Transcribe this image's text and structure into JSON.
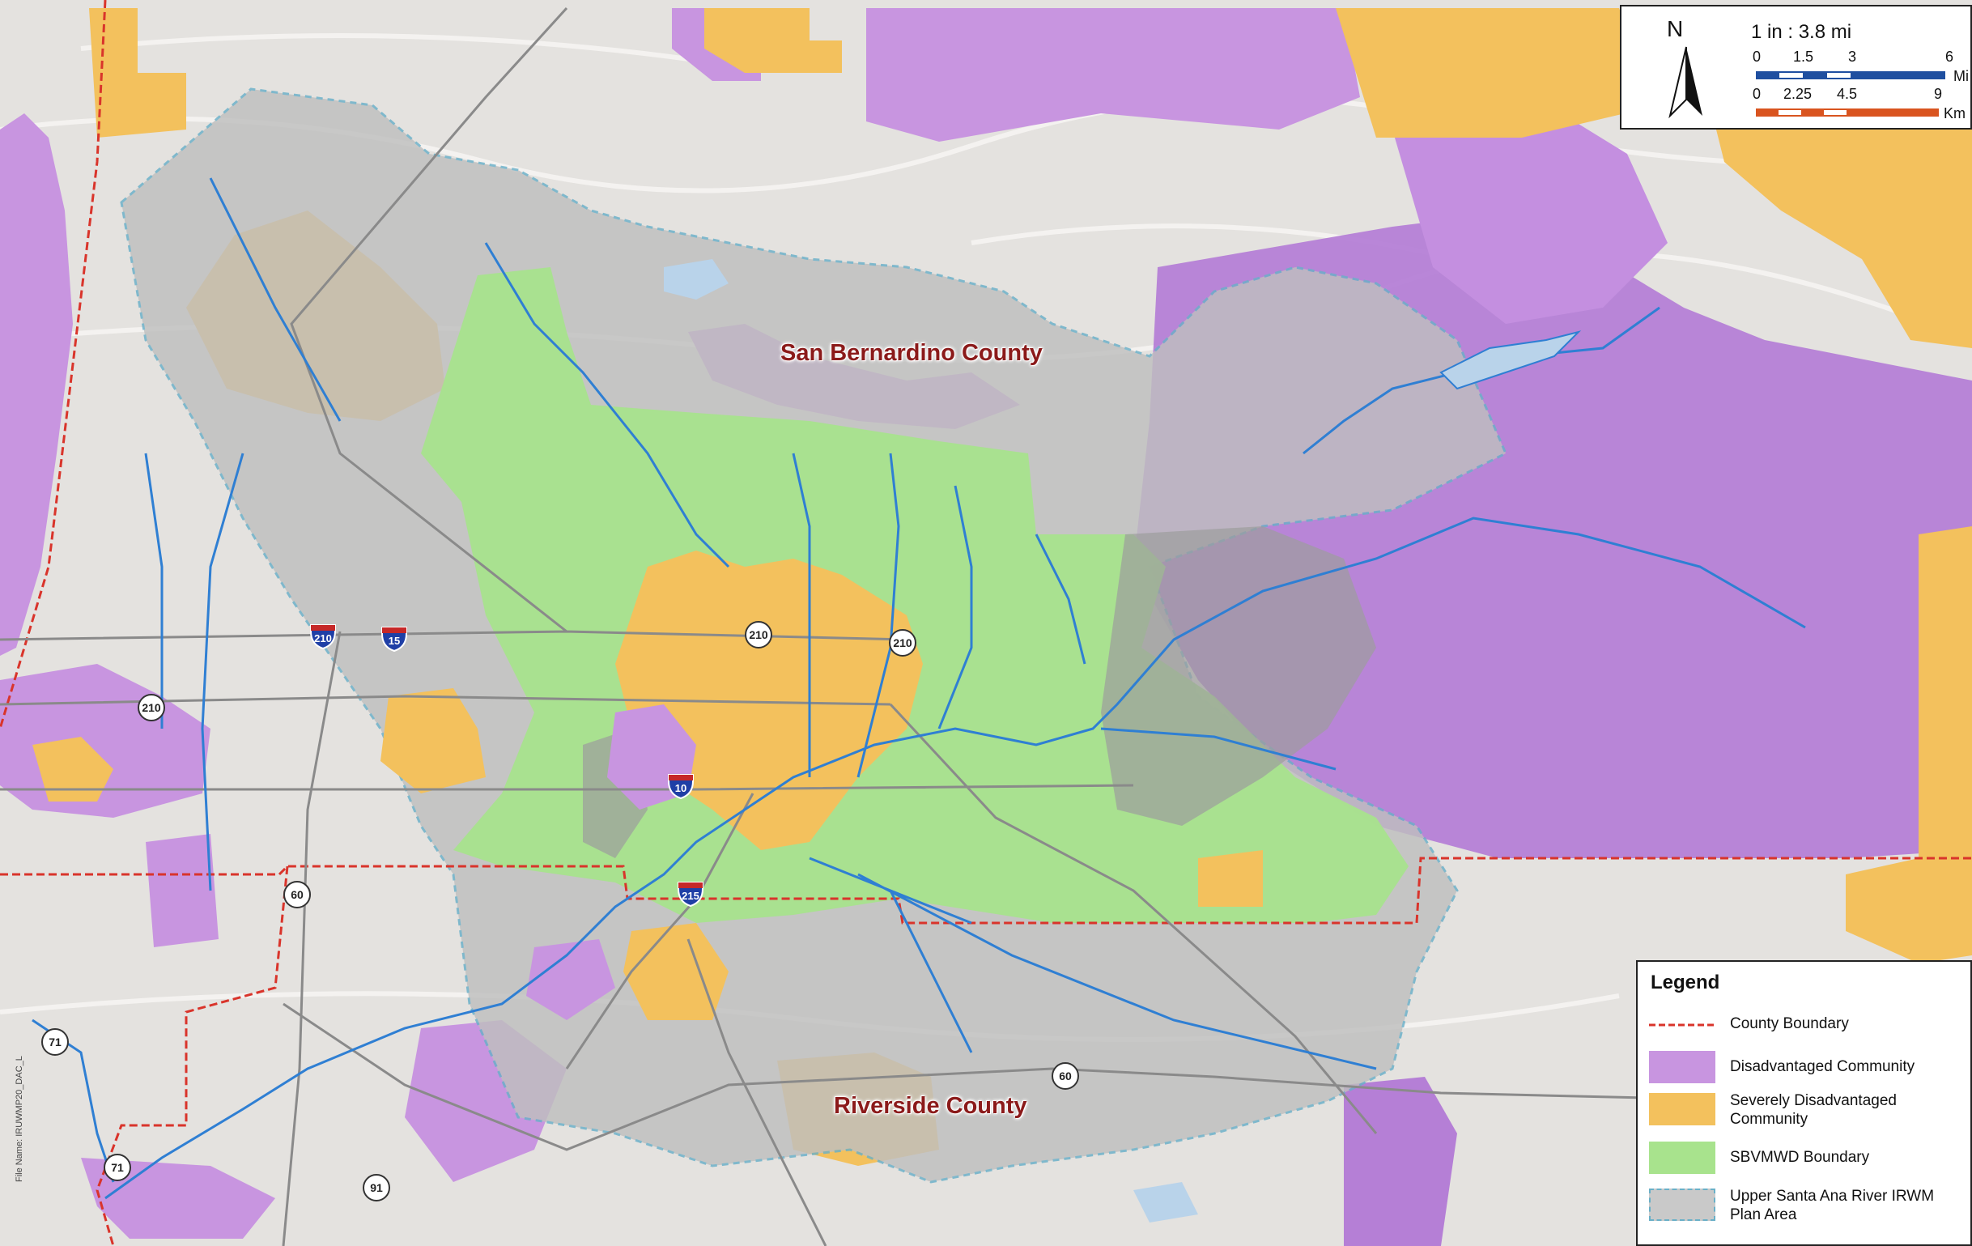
{
  "labels": {
    "san_bernardino": "San Bernardino County",
    "riverside": "Riverside County",
    "file_name": "File Name: IRUWMP20_DAC_L"
  },
  "scale": {
    "north": "N",
    "ratio": "1 in : 3.8 mi",
    "miles_ticks": [
      "0",
      "1.5",
      "3",
      "6"
    ],
    "miles_unit": "Mi",
    "km_ticks": [
      "0",
      "2.25",
      "4.5",
      "9"
    ],
    "km_unit": "Km"
  },
  "legend": {
    "title": "Legend",
    "items": [
      {
        "label": "County Boundary",
        "color": "#d9342b"
      },
      {
        "label": "Disadvantaged Community",
        "color": "#c895e0"
      },
      {
        "label": "Severely Disadvantaged Community",
        "color": "#f3c15d"
      },
      {
        "label": "SBVMWD Boundary",
        "color": "#a8e38d"
      },
      {
        "label": "Upper Santa Ana River IRWM Plan Area",
        "color": "#c9c9c9"
      }
    ]
  },
  "shields": {
    "us": [
      {
        "id": "us-210-a",
        "label": "210"
      },
      {
        "id": "us-210-b",
        "label": "210"
      },
      {
        "id": "us-210-c",
        "label": "210"
      },
      {
        "id": "us-60-a",
        "label": "60"
      },
      {
        "id": "us-60-b",
        "label": "60"
      },
      {
        "id": "us-71-a",
        "label": "71"
      },
      {
        "id": "us-71-b",
        "label": "71"
      },
      {
        "id": "us-91",
        "label": "91"
      }
    ],
    "interstate": [
      {
        "id": "i-210",
        "label": "210"
      },
      {
        "id": "i-15",
        "label": "15"
      },
      {
        "id": "i-10",
        "label": "10"
      },
      {
        "id": "i-215",
        "label": "215"
      }
    ]
  },
  "colors": {
    "terrain": "#e6e4e2",
    "dac": "#c895e0",
    "sdac": "#f3c15d",
    "sbvmwd": "#a8e38d",
    "plan_area": "#bfbfbf",
    "county_line": "#d9342b",
    "river": "#2f7fd3",
    "road": "#8a8a8a"
  }
}
